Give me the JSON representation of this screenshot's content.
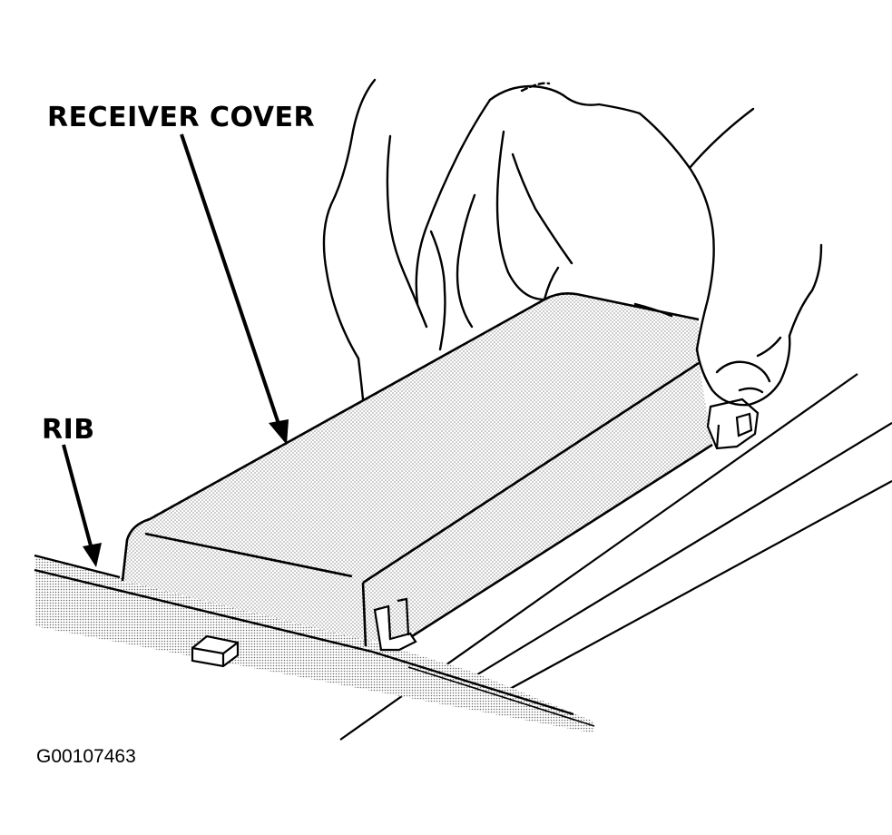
{
  "labels": {
    "receiver_cover": "RECEIVER COVER",
    "rib": "RIB"
  },
  "figure_id": "G00107463",
  "colors": {
    "ink": "#000000",
    "paper": "#ffffff",
    "stipple": "#9a9a9a"
  }
}
